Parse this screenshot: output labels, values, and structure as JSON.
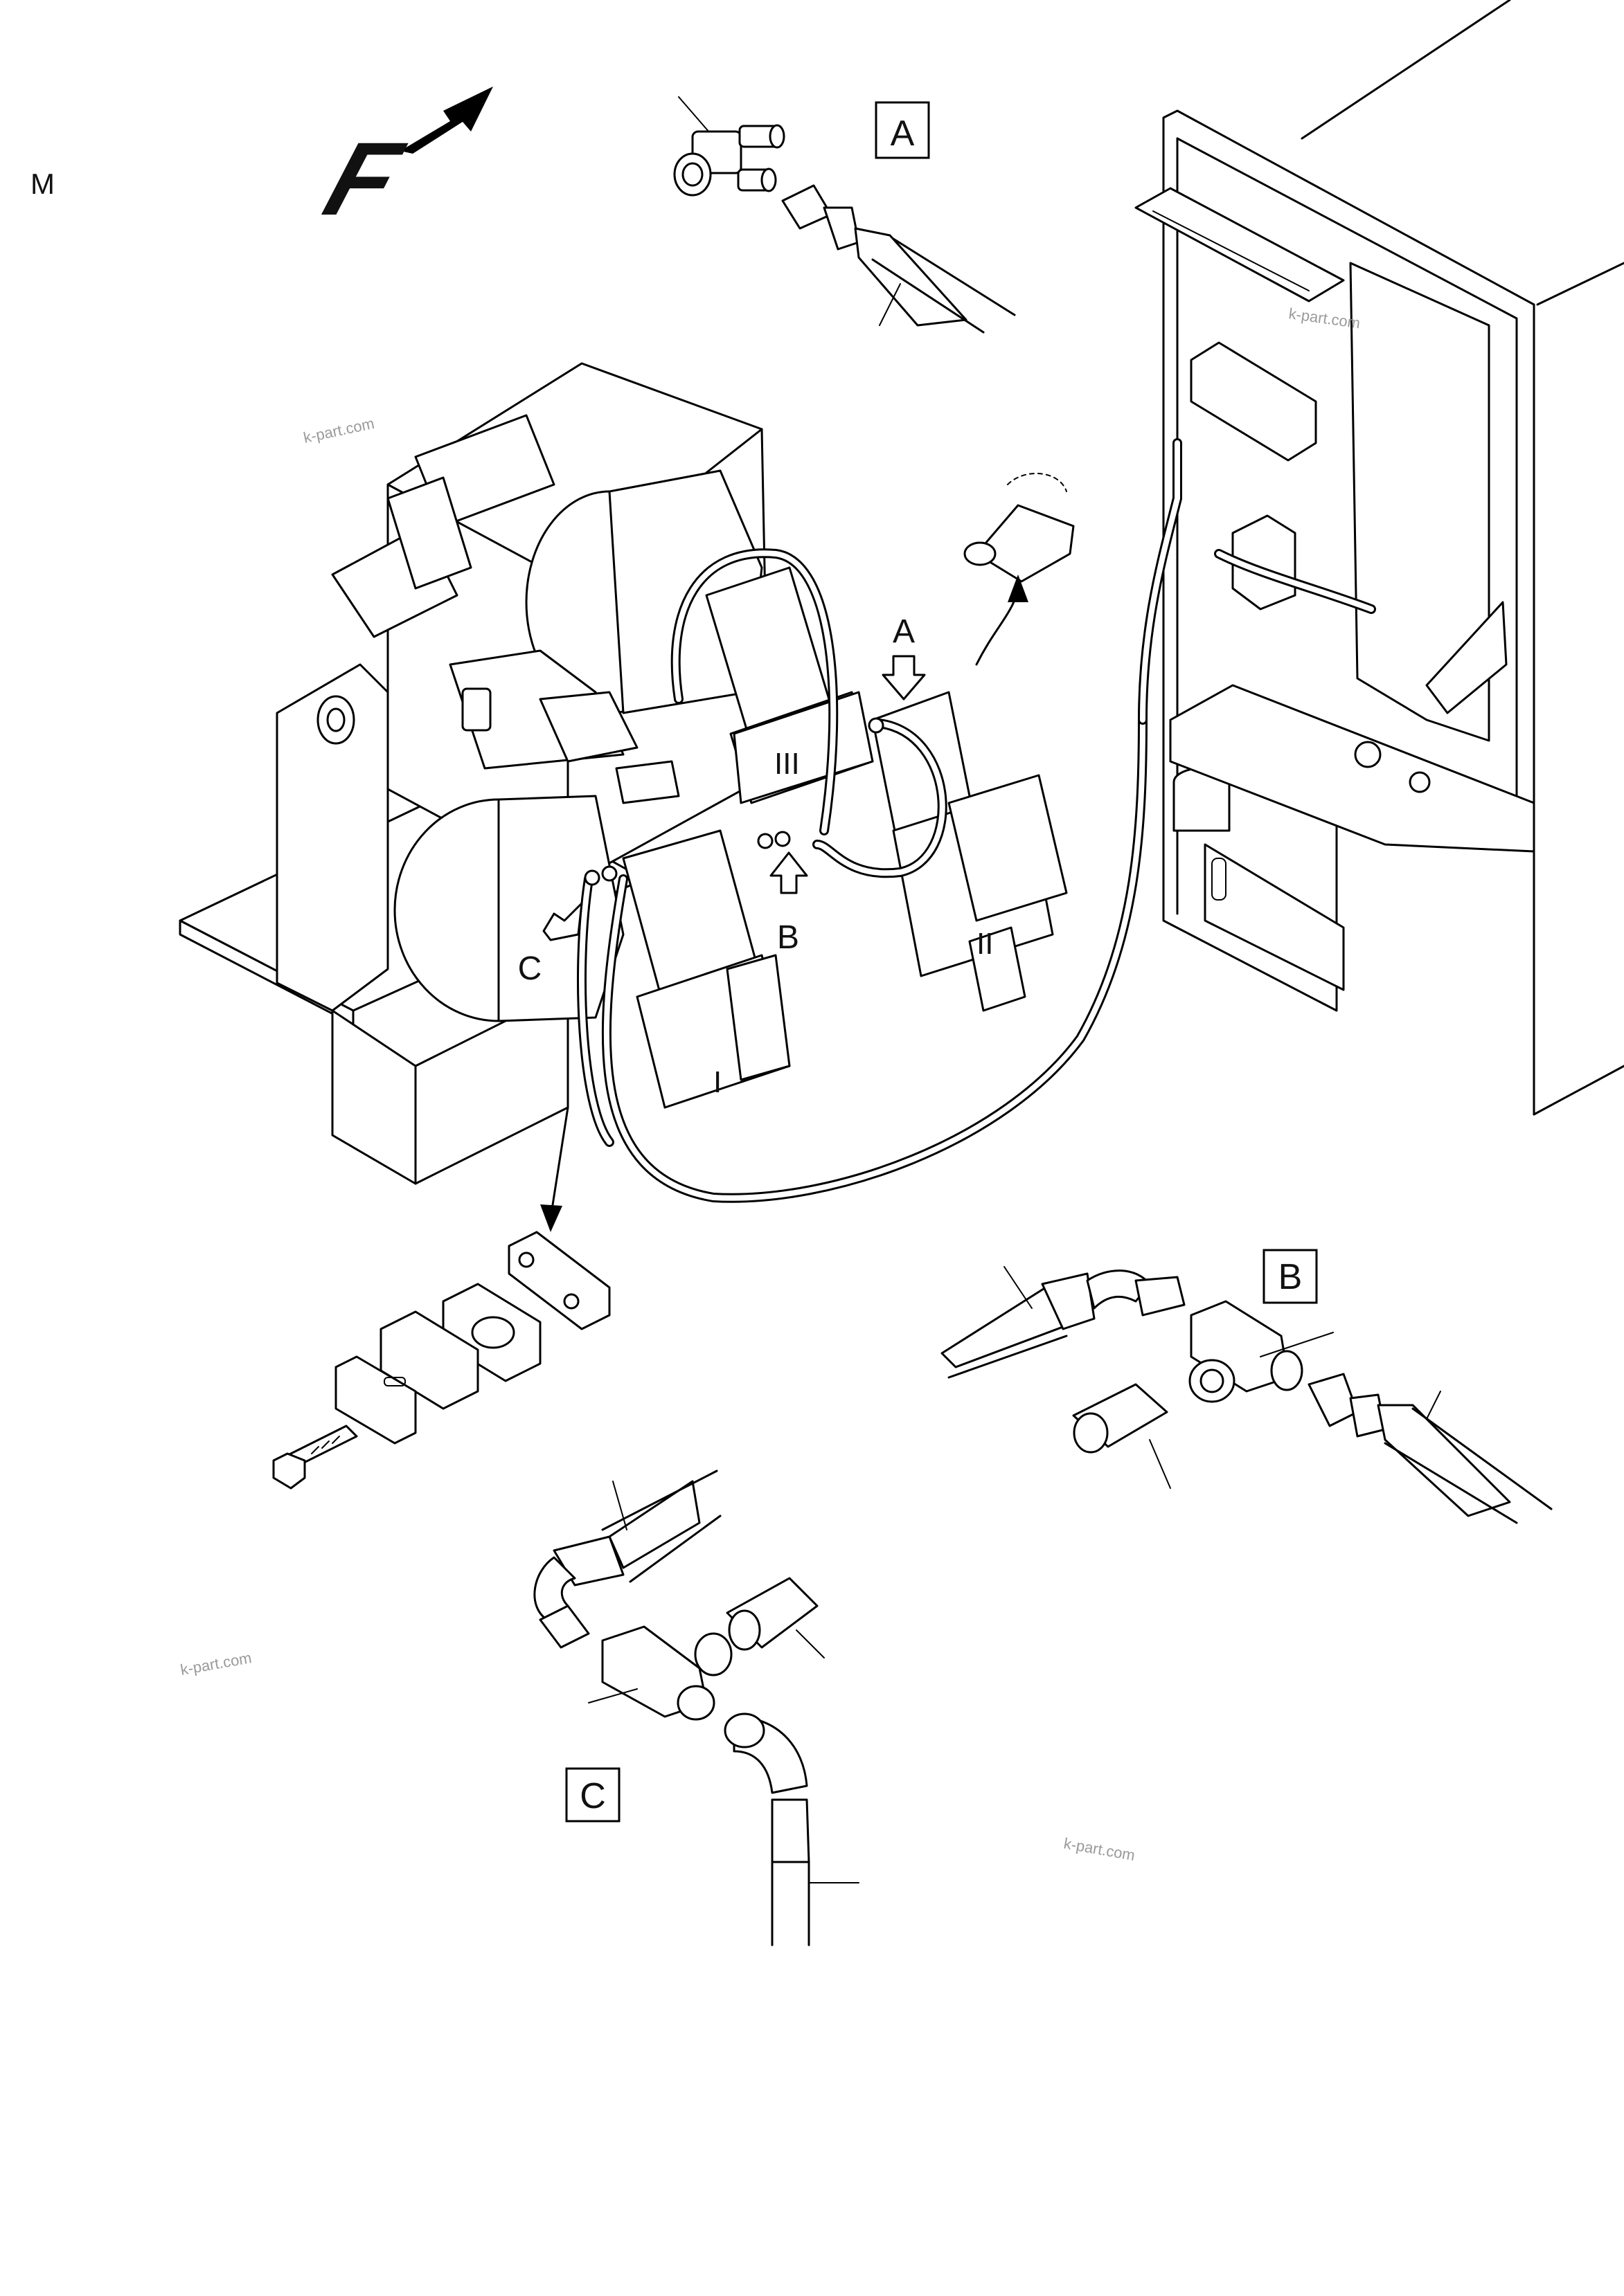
{
  "page": {
    "corner_label": "M",
    "direction_letter": "F"
  },
  "views": {
    "A": "A",
    "B": "B",
    "C": "C"
  },
  "callouts": {
    "A": "A",
    "B": "B",
    "C": "C"
  },
  "unit_numerals": {
    "one": "I",
    "two": "II",
    "three": "III"
  },
  "watermarks": [
    "k-part.com",
    "k-part.com",
    "k-part.com",
    "k-part.com"
  ]
}
